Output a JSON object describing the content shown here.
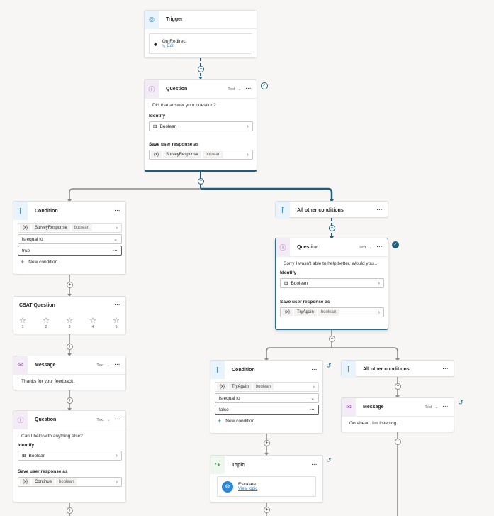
{
  "trigger": {
    "title": "Trigger",
    "event_label": "On Redirect",
    "edit_label": "Edit"
  },
  "question1": {
    "title": "Question",
    "type_tag": "Text",
    "prompt": "Did that answer your question?",
    "identify_label": "Identify",
    "identify_value": "Boolean",
    "save_label": "Save user response as",
    "var_name": "SurveyResponse",
    "var_type": "boolean"
  },
  "condition1": {
    "title": "Condition",
    "var_name": "SurveyResponse",
    "var_type": "boolean",
    "operator": "is equal to",
    "value": "true",
    "new_condition": "New condition"
  },
  "other1": {
    "title": "All other conditions"
  },
  "csat": {
    "title": "CSAT Question",
    "stars": [
      "1",
      "2",
      "3",
      "4",
      "5"
    ]
  },
  "message1": {
    "title": "Message",
    "type_tag": "Text",
    "text": "Thanks for your feedback."
  },
  "question3": {
    "title": "Question",
    "type_tag": "Text",
    "prompt": "Can I help with anything else?",
    "identify_label": "Identify",
    "identify_value": "Boolean",
    "save_label": "Save user response as",
    "var_name": "Continue",
    "var_type": "boolean"
  },
  "question2": {
    "title": "Question",
    "type_tag": "Text",
    "prompt": "Sorry I wasn't able to help better. Would you...",
    "identify_label": "Identify",
    "identify_value": "Boolean",
    "save_label": "Save user response as",
    "var_name": "TryAgain",
    "var_type": "boolean"
  },
  "condition2": {
    "title": "Condition",
    "var_name": "TryAgain",
    "var_type": "boolean",
    "operator": "is equal to",
    "value": "false",
    "new_condition": "New condition"
  },
  "other2": {
    "title": "All other conditions"
  },
  "message2": {
    "title": "Message",
    "type_tag": "Text",
    "text": "Go ahead. I'm listening."
  },
  "topic": {
    "title": "Topic",
    "name": "Escalate",
    "view_label": "View topic"
  },
  "colors": {
    "accent": "#1e5e7c",
    "connector": "#8a8886"
  }
}
